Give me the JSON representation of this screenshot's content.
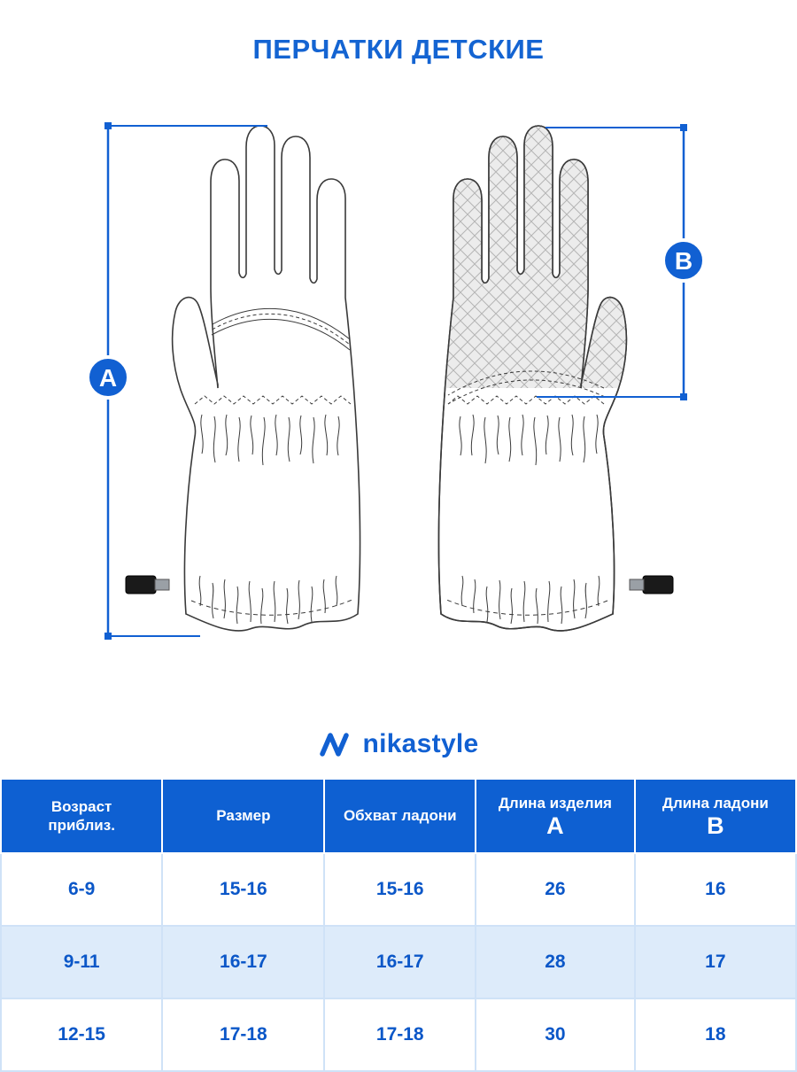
{
  "page": {
    "title": "ПЕРЧАТКИ ДЕТСКИЕ"
  },
  "diagram": {
    "label_a": "A",
    "label_b": "B"
  },
  "brand": {
    "name": "nikastyle"
  },
  "colors": {
    "accent": "#1160d2",
    "title": "#1464d2",
    "table_header_bg": "#0e60d2",
    "table_row_alt": "#ddebfa",
    "cell_text": "#0b57c8"
  },
  "table": {
    "headers": {
      "age": {
        "line1": "Возраст",
        "line2": "приблиз."
      },
      "size": "Размер",
      "palm_girth": "Обхват ладони",
      "length_a": {
        "label": "Длина изделия",
        "letter": "A"
      },
      "length_b": {
        "label": "Длина ладони",
        "letter": "B"
      }
    },
    "rows": [
      [
        "6-9",
        "15-16",
        "15-16",
        "26",
        "16"
      ],
      [
        "9-11",
        "16-17",
        "16-17",
        "28",
        "17"
      ],
      [
        "12-15",
        "17-18",
        "17-18",
        "30",
        "18"
      ]
    ]
  }
}
